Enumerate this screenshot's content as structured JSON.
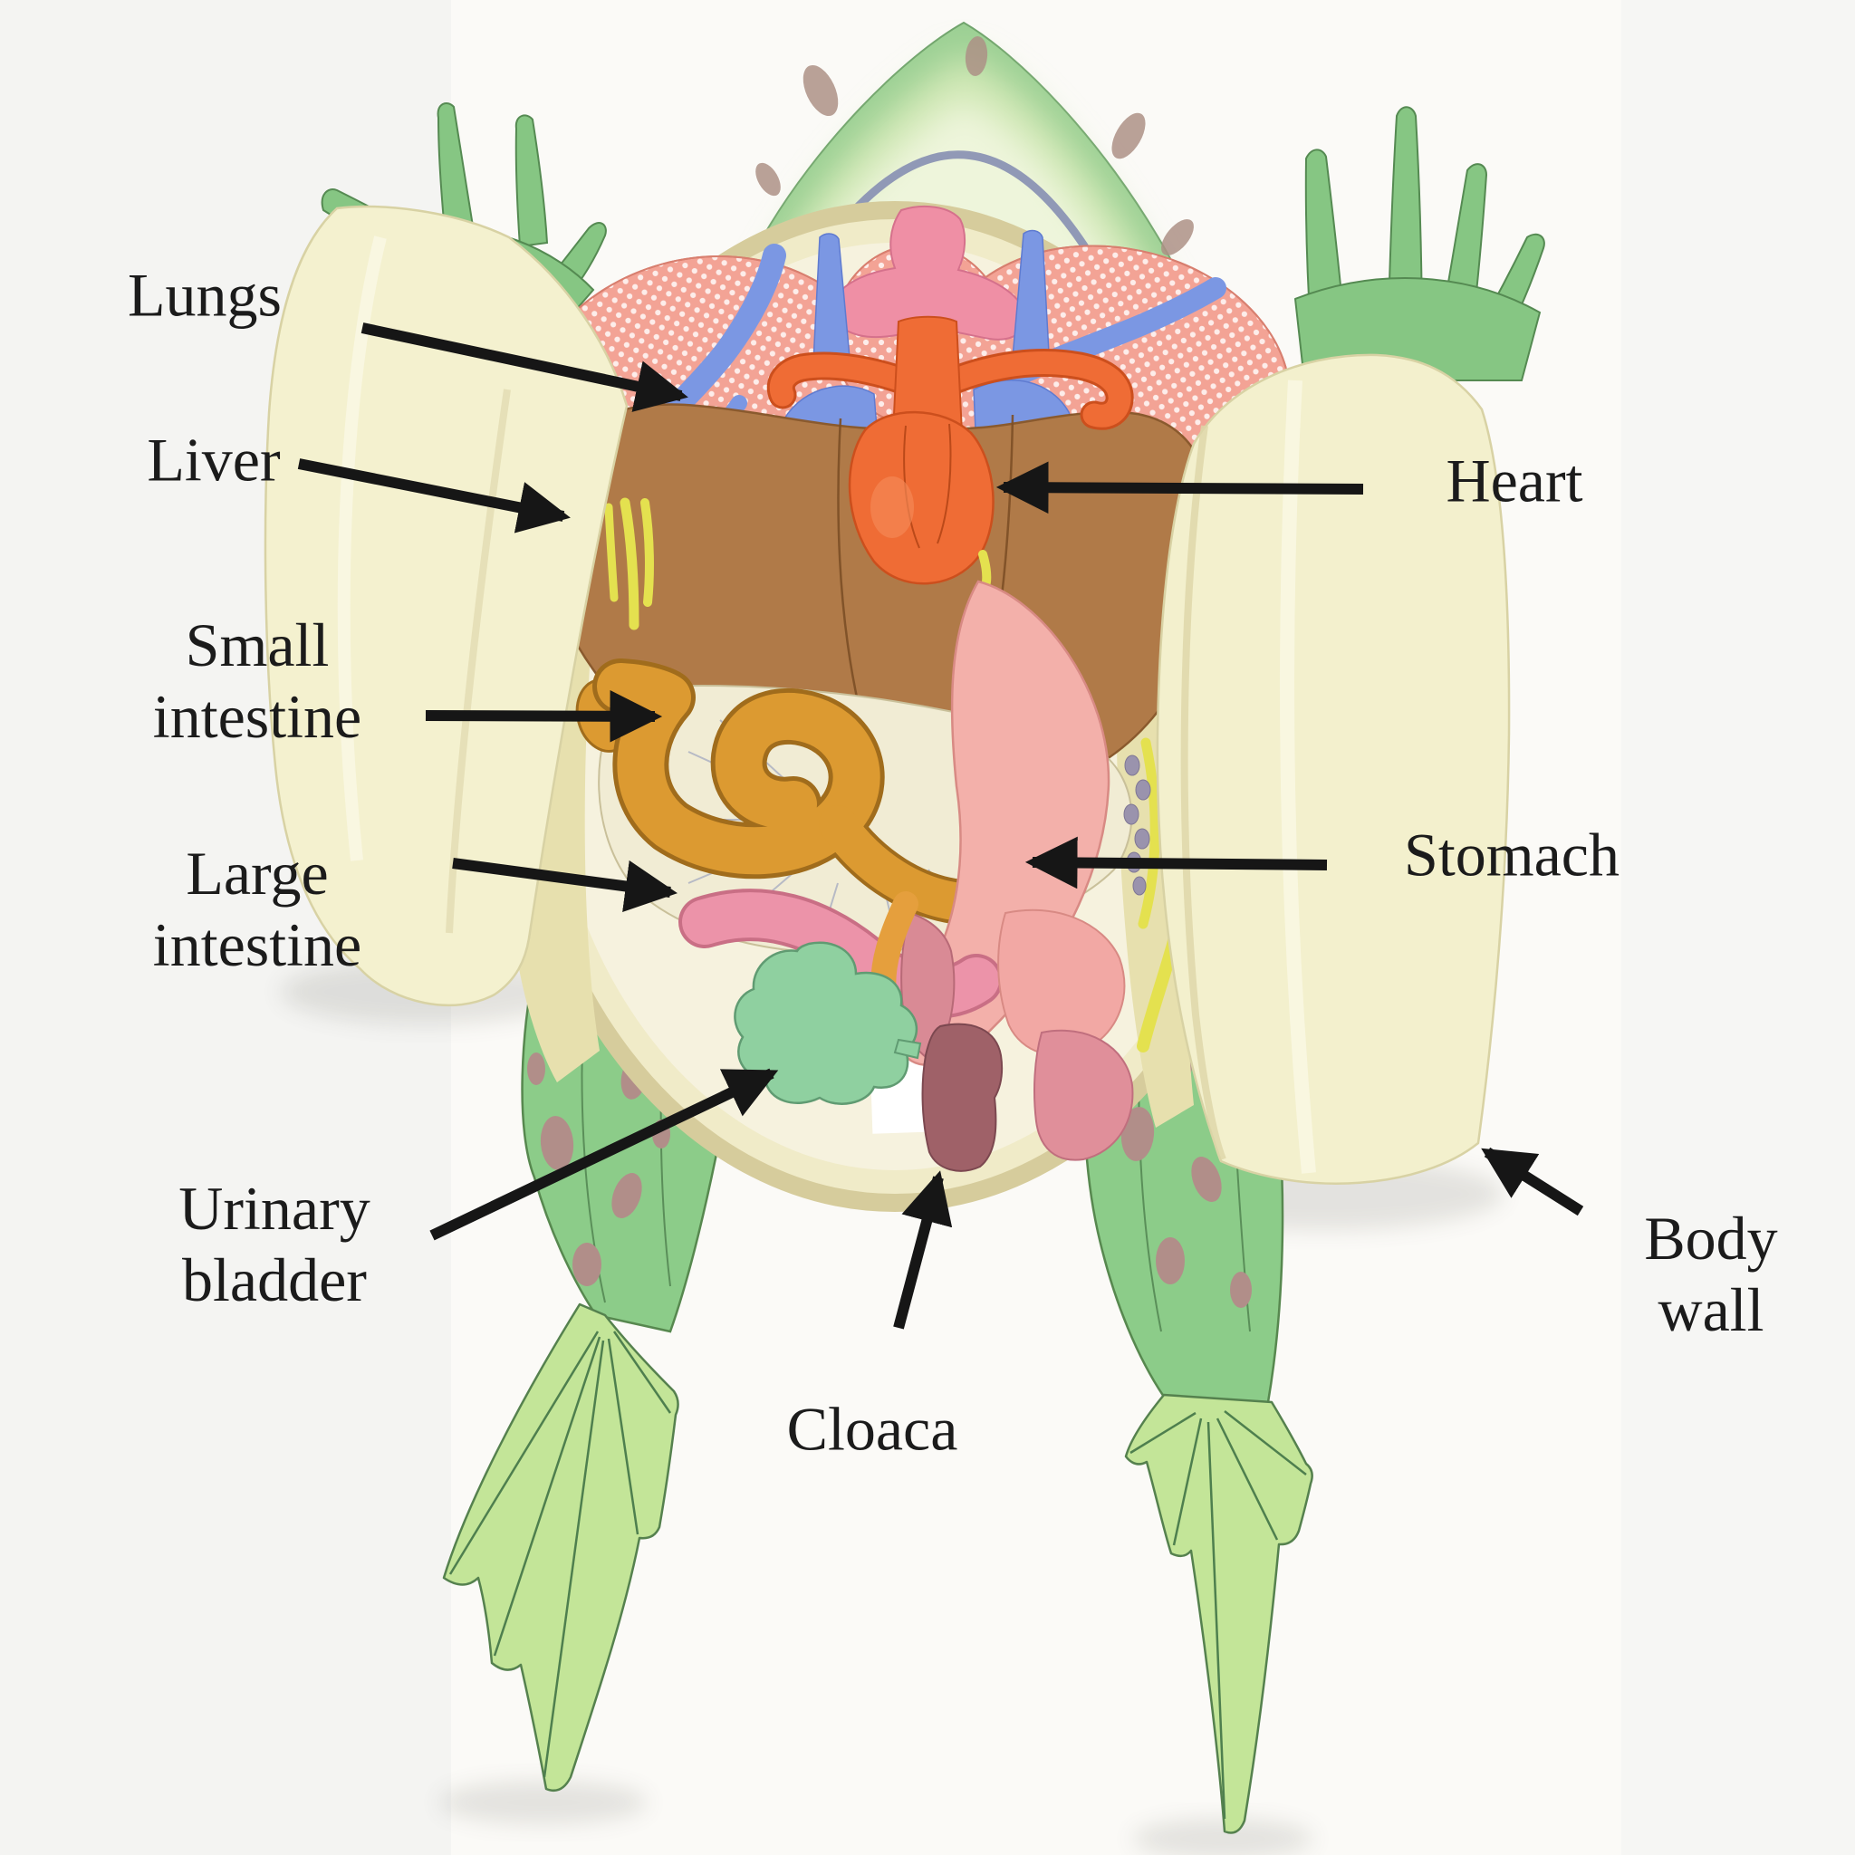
{
  "diagram": {
    "subject": "frog-dissection-paper-model",
    "labels": {
      "lungs": "Lungs",
      "liver": "Liver",
      "small_intestine": "Small\nintestine",
      "large_intestine": "Large\nintestine",
      "urinary_bladder": "Urinary\nbladder",
      "cloaca": "Cloaca",
      "heart": "Heart",
      "stomach": "Stomach",
      "body_wall": "Body\nwall"
    },
    "colors": {
      "background": "#f4f4f2",
      "paper_sheet": "#fbfaf7",
      "frog_green": "#9cd094",
      "leg_green": "#8ccc89",
      "web_green": "#c3e598",
      "body_wall_cream": "#f4f1cf",
      "cavity_cream": "#f0ebc8",
      "lungs_salmon": "#f3a395",
      "heart_orange": "#ef6c35",
      "vessel_blue": "#7b97e3",
      "liver_brown": "#b07a48",
      "small_intestine_amber": "#dc9a31",
      "large_intestine_pink": "#ec93a9",
      "stomach_pink": "#f3b0aa",
      "fat_yellow": "#e4e14f",
      "bladder_green": "#8fd0a0",
      "cloaca_maroon": "#9f6168",
      "spot_brown": "#b18e89",
      "arrow_black": "#161616",
      "label_text": "#1b1b1b"
    }
  }
}
